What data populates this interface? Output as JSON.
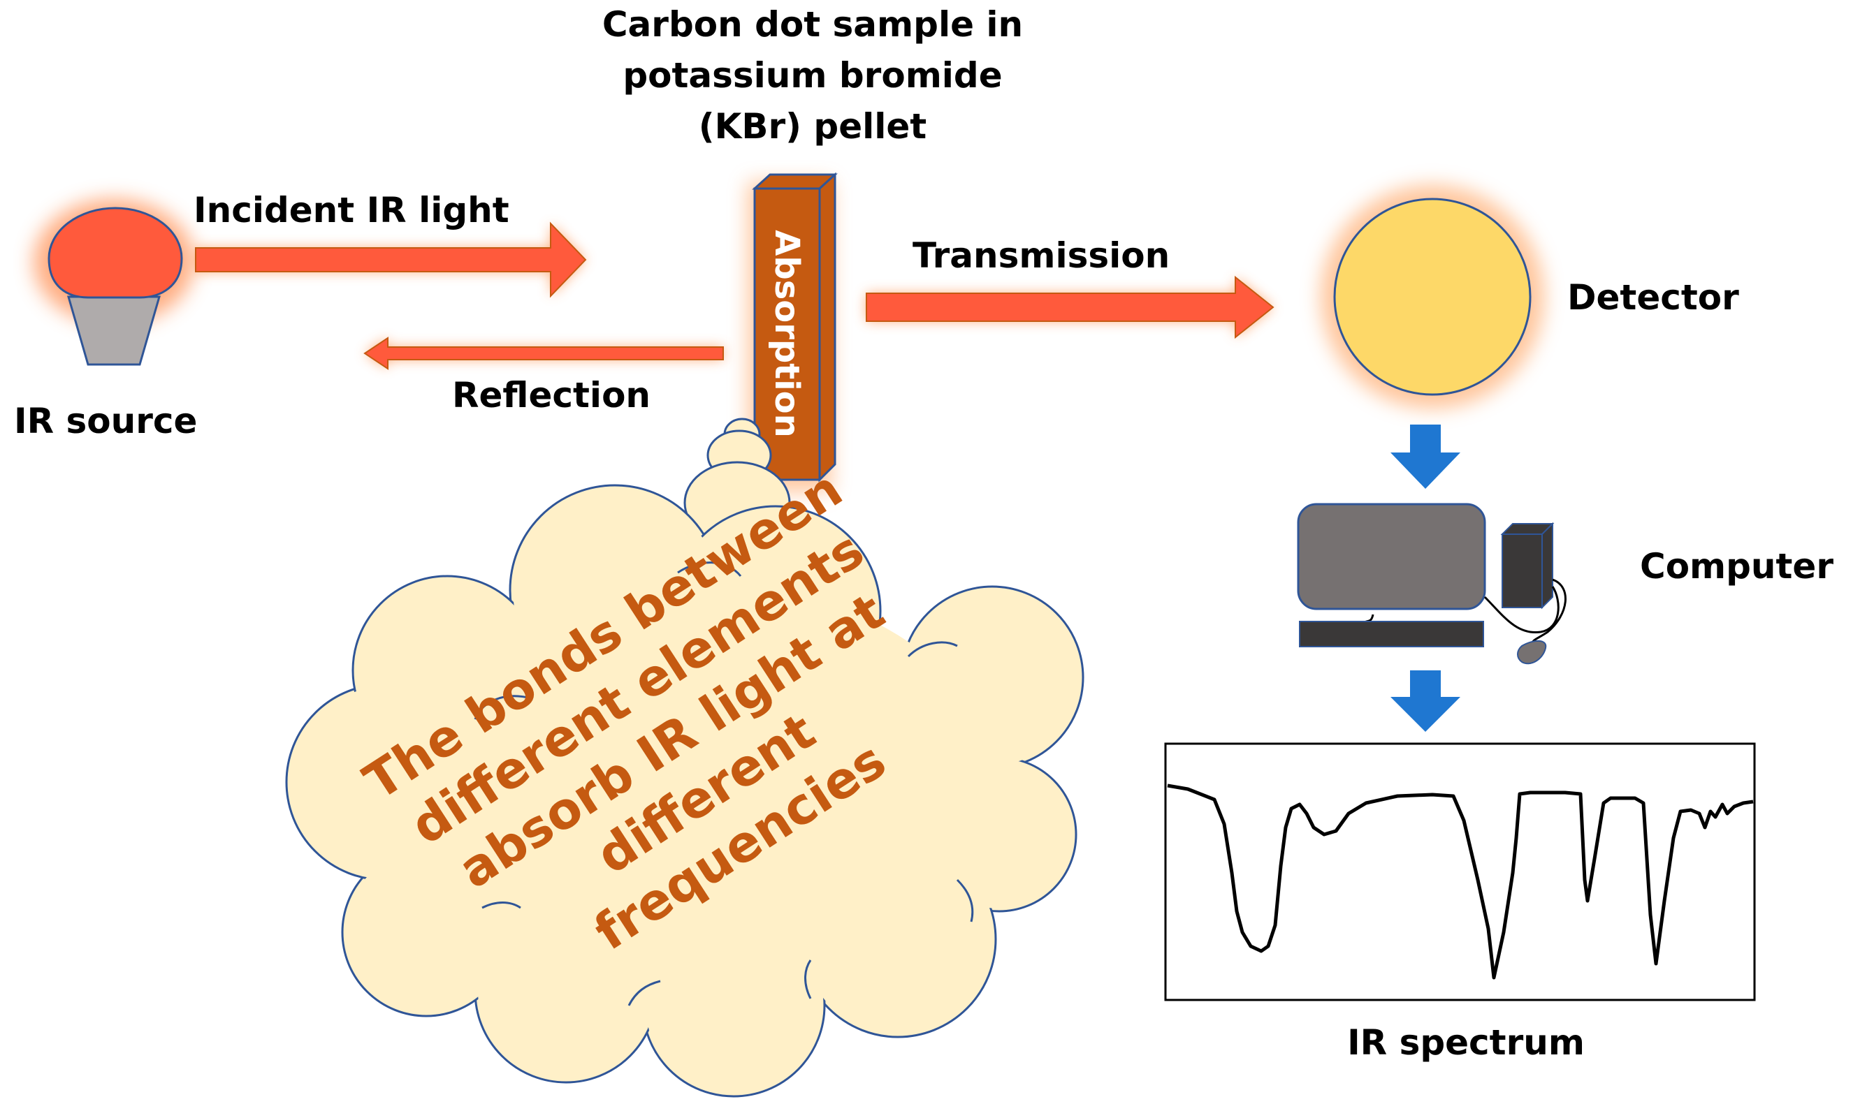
{
  "labels": {
    "sample_line1": "Carbon dot sample in",
    "sample_line2": "potassium bromide",
    "sample_line3": "(KBr) pellet",
    "incident": "Incident IR light",
    "reflection": "Reflection",
    "ir_source": "IR source",
    "absorption": "Absorption",
    "transmission": "Transmission",
    "detector": "Detector",
    "computer": "Computer",
    "ir_spectrum": "IR spectrum"
  },
  "cloud": {
    "lines": [
      "The bonds between",
      "different elements",
      "absorb IR light at",
      "different",
      "frequencies"
    ]
  },
  "colors": {
    "arrow_red": "#FF5A3C",
    "glow": "#FFB27A",
    "pellet": "#C55A11",
    "detector": "#FDD868",
    "cloud_fill": "#FFF0C8",
    "cloud_text": "#C55A11",
    "blue_arrow": "#1F77D1",
    "monitor": "#767171",
    "tower": "#3A3838",
    "bulb_base": "#AFABAB"
  }
}
